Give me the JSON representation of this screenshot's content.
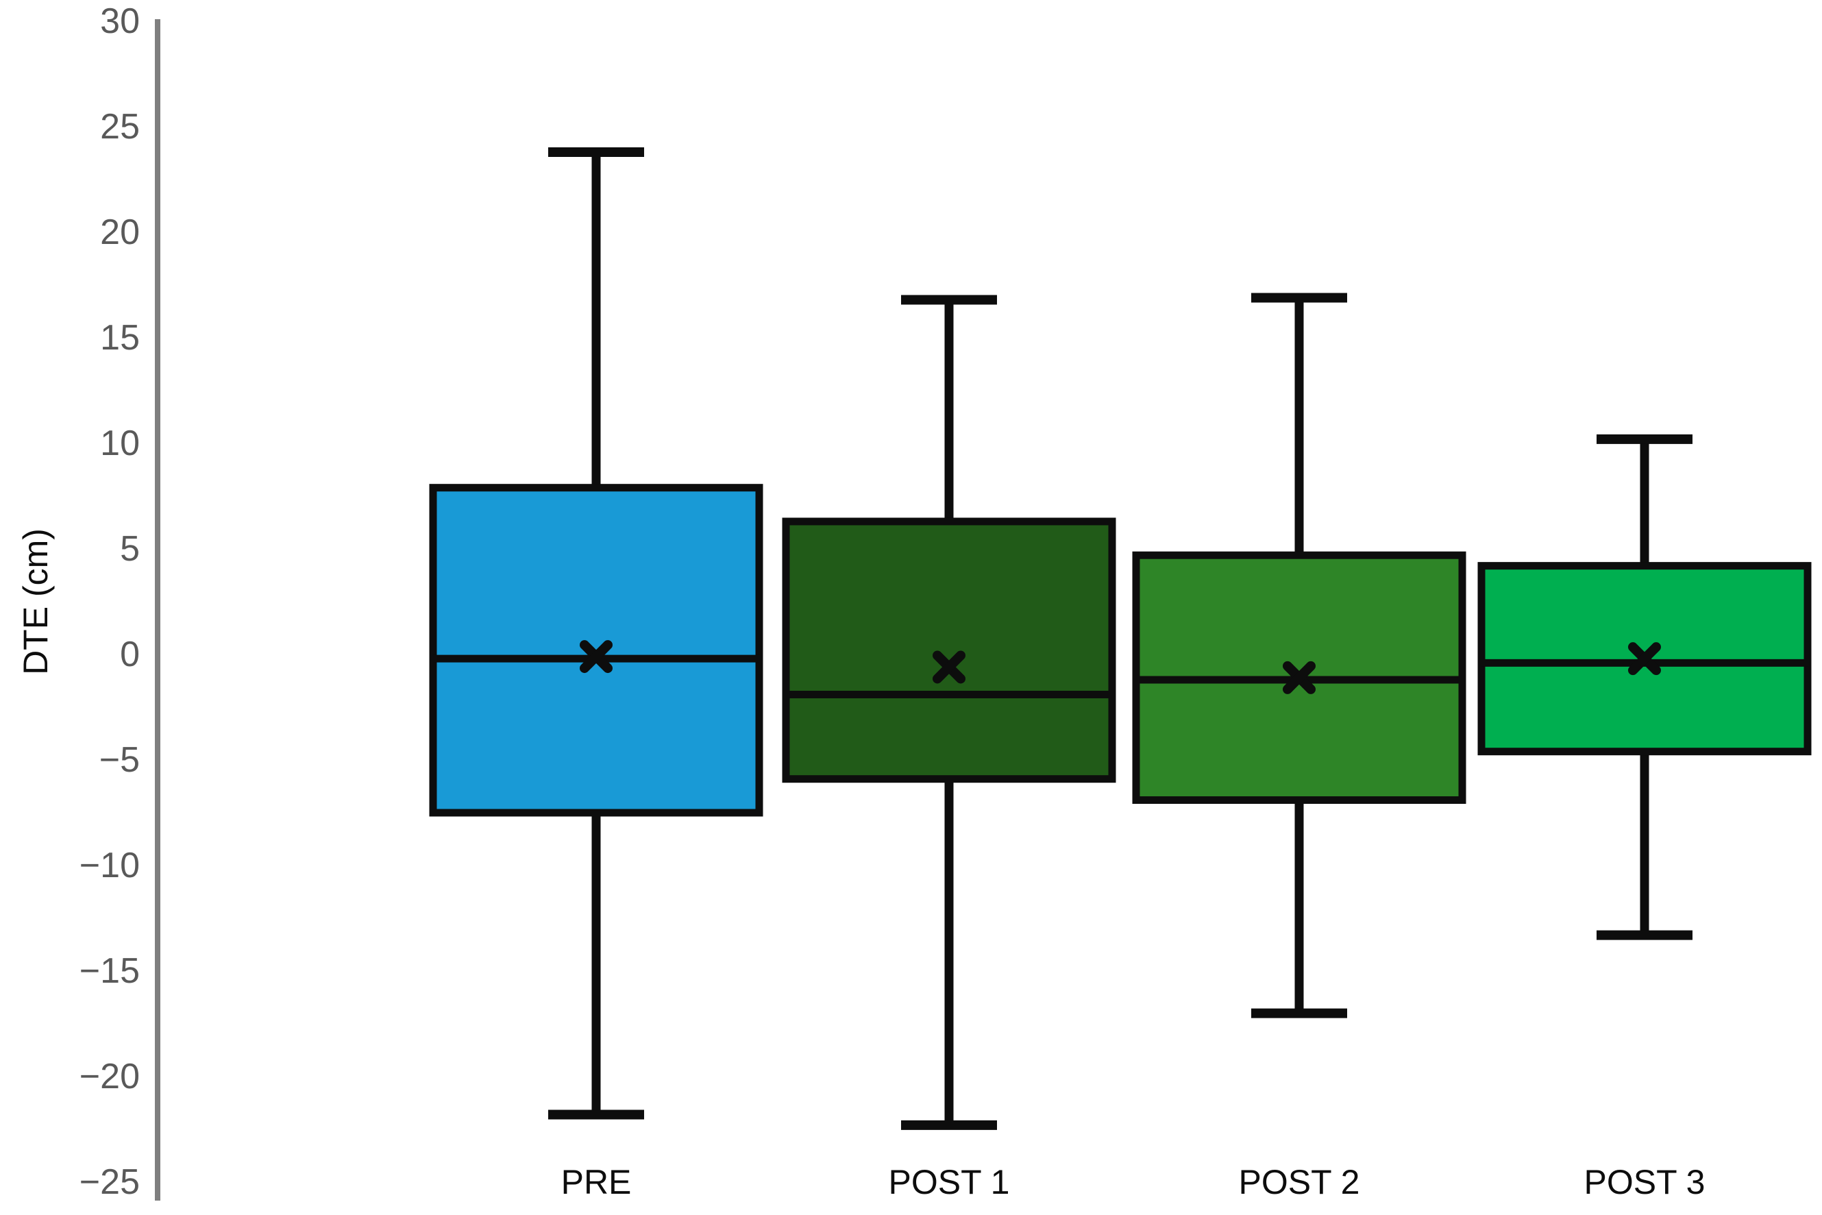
{
  "chart_data": {
    "type": "box",
    "title": "",
    "xlabel": "",
    "ylabel": "DTE (cm)",
    "ylim": [
      -25,
      30
    ],
    "tick_step": 5,
    "grid": false,
    "legend_position": "none",
    "background_color": "#ffffff",
    "axis_line_color": "#7f7f7f",
    "tick_label_color": "#595959",
    "text_color": "#0d0d0d",
    "box_outline_color": "#0d0d0d",
    "mean_marker": "x-cross",
    "ticks": [
      {
        "value": 30,
        "label": "30"
      },
      {
        "value": 25,
        "label": "25"
      },
      {
        "value": 20,
        "label": "20"
      },
      {
        "value": 15,
        "label": "15"
      },
      {
        "value": 10,
        "label": "10"
      },
      {
        "value": 5,
        "label": "5"
      },
      {
        "value": 0,
        "label": "0"
      },
      {
        "value": -5,
        "label": "−5"
      },
      {
        "value": -10,
        "label": "−10"
      },
      {
        "value": -15,
        "label": "−15"
      },
      {
        "value": -20,
        "label": "−20"
      },
      {
        "value": -25,
        "label": "−25"
      }
    ],
    "categories": [
      "PRE",
      "POST 1",
      "POST 2",
      "POST 3"
    ],
    "series": [
      {
        "label": "PRE",
        "color": "#199AD6",
        "whisker_low": -21.8,
        "q1": -7.5,
        "median": -0.2,
        "q3": 7.9,
        "whisker_high": 23.8,
        "mean": -0.1
      },
      {
        "label": "POST 1",
        "color": "#215B18",
        "whisker_low": -22.3,
        "q1": -5.9,
        "median": -1.9,
        "q3": 6.3,
        "whisker_high": 16.8,
        "mean": -0.6
      },
      {
        "label": "POST 2",
        "color": "#2E8527",
        "whisker_low": -17.0,
        "q1": -6.9,
        "median": -1.2,
        "q3": 4.7,
        "whisker_high": 16.9,
        "mean": -1.1
      },
      {
        "label": "POST 3",
        "color": "#00AF50",
        "whisker_low": -13.3,
        "q1": -4.6,
        "median": -0.4,
        "q3": 4.2,
        "whisker_high": 10.2,
        "mean": -0.2
      }
    ]
  }
}
